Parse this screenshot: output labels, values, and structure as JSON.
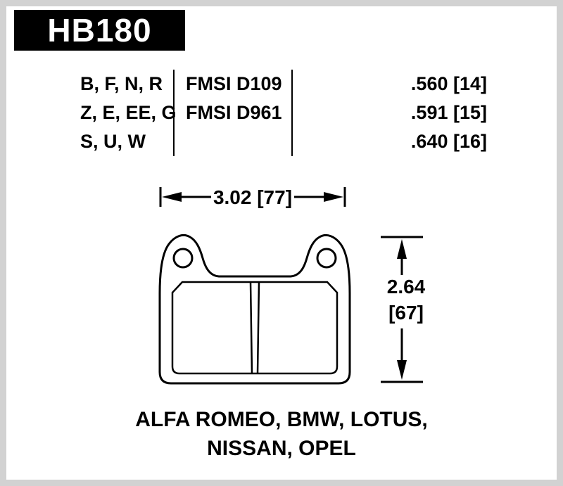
{
  "part": {
    "code": "HB180"
  },
  "spec_table": {
    "rows": [
      {
        "compounds": "B, F, N, R",
        "fmsi": "FMSI D109",
        "thickness": ".560 [14]"
      },
      {
        "compounds": "Z, E, EE, G",
        "fmsi": "FMSI D961",
        "thickness": ".591 [15]"
      },
      {
        "compounds": "S, U, W",
        "fmsi": "",
        "thickness": ".640 [16]"
      }
    ]
  },
  "dimensions": {
    "width_label": "3.02 [77]",
    "height_label_line1": "2.64",
    "height_label_line2": "[67]"
  },
  "applications": {
    "line1": "ALFA ROMEO, BMW, LOTUS,",
    "line2": "NISSAN, OPEL"
  },
  "colors": {
    "ink": "#000000",
    "background": "#ffffff",
    "frame": "#d2d2d2"
  }
}
